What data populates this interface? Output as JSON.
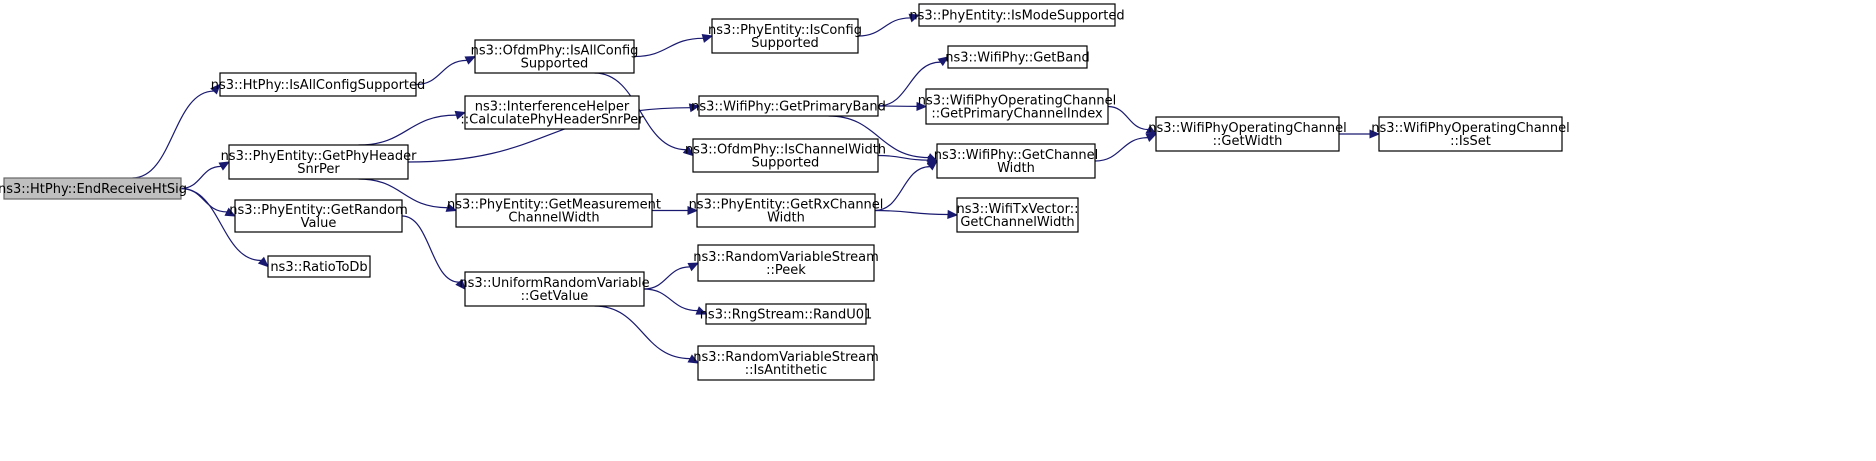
{
  "diagram": {
    "type": "call-graph",
    "edge_color": "#191970",
    "root_fill": "#bfbfbf",
    "nodes": [
      {
        "id": "n0",
        "lines": [
          "ns3::HtPhy::EndReceiveHtSig"
        ],
        "root": true
      },
      {
        "id": "n1",
        "lines": [
          "ns3::HtPhy::IsAllConfigSupported"
        ]
      },
      {
        "id": "n2",
        "lines": [
          "ns3::PhyEntity::GetPhyHeader",
          "SnrPer"
        ]
      },
      {
        "id": "n3",
        "lines": [
          "ns3::PhyEntity::GetRandom",
          "Value"
        ]
      },
      {
        "id": "n4",
        "lines": [
          "ns3::RatioToDb"
        ]
      },
      {
        "id": "n5",
        "lines": [
          "ns3::OfdmPhy::IsAllConfig",
          "Supported"
        ]
      },
      {
        "id": "n6",
        "lines": [
          "ns3::InterferenceHelper",
          "::CalculatePhyHeaderSnrPer"
        ]
      },
      {
        "id": "n7",
        "lines": [
          "ns3::WifiPhy::GetPrimaryBand"
        ]
      },
      {
        "id": "n8",
        "lines": [
          "ns3::PhyEntity::GetMeasurement",
          "ChannelWidth"
        ]
      },
      {
        "id": "n9",
        "lines": [
          "ns3::UniformRandomVariable",
          "::GetValue"
        ]
      },
      {
        "id": "n10",
        "lines": [
          "ns3::PhyEntity::IsConfig",
          "Supported"
        ]
      },
      {
        "id": "n11",
        "lines": [
          "ns3::OfdmPhy::IsChannelWidth",
          "Supported"
        ]
      },
      {
        "id": "n12",
        "lines": [
          "ns3::PhyEntity::GetRxChannel",
          "Width"
        ]
      },
      {
        "id": "n13",
        "lines": [
          "ns3::RandomVariableStream",
          "::Peek"
        ]
      },
      {
        "id": "n14",
        "lines": [
          "ns3::RngStream::RandU01"
        ]
      },
      {
        "id": "n15",
        "lines": [
          "ns3::RandomVariableStream",
          "::IsAntithetic"
        ]
      },
      {
        "id": "n16",
        "lines": [
          "ns3::PhyEntity::IsModeSupported"
        ]
      },
      {
        "id": "n17",
        "lines": [
          "ns3::WifiPhy::GetBand"
        ]
      },
      {
        "id": "n18",
        "lines": [
          "ns3::WifiPhyOperatingChannel",
          "::GetPrimaryChannelIndex"
        ]
      },
      {
        "id": "n19",
        "lines": [
          "ns3::WifiPhy::GetChannel",
          "Width"
        ]
      },
      {
        "id": "n20",
        "lines": [
          "ns3::WifiTxVector::",
          "GetChannelWidth"
        ]
      },
      {
        "id": "n21",
        "lines": [
          "ns3::WifiPhyOperatingChannel",
          "::GetWidth"
        ]
      },
      {
        "id": "n22",
        "lines": [
          "ns3::WifiPhyOperatingChannel",
          "::IsSet"
        ]
      }
    ],
    "edges": [
      [
        "n0",
        "n1"
      ],
      [
        "n0",
        "n2"
      ],
      [
        "n0",
        "n3"
      ],
      [
        "n0",
        "n4"
      ],
      [
        "n1",
        "n5"
      ],
      [
        "n5",
        "n10"
      ],
      [
        "n5",
        "n11"
      ],
      [
        "n10",
        "n16"
      ],
      [
        "n2",
        "n6"
      ],
      [
        "n2",
        "n7"
      ],
      [
        "n2",
        "n8"
      ],
      [
        "n7",
        "n17"
      ],
      [
        "n7",
        "n18"
      ],
      [
        "n7",
        "n19"
      ],
      [
        "n11",
        "n19"
      ],
      [
        "n8",
        "n12"
      ],
      [
        "n12",
        "n19"
      ],
      [
        "n12",
        "n20"
      ],
      [
        "n18",
        "n21"
      ],
      [
        "n19",
        "n21"
      ],
      [
        "n21",
        "n22"
      ],
      [
        "n3",
        "n9"
      ],
      [
        "n9",
        "n13"
      ],
      [
        "n9",
        "n14"
      ],
      [
        "n9",
        "n15"
      ]
    ]
  }
}
